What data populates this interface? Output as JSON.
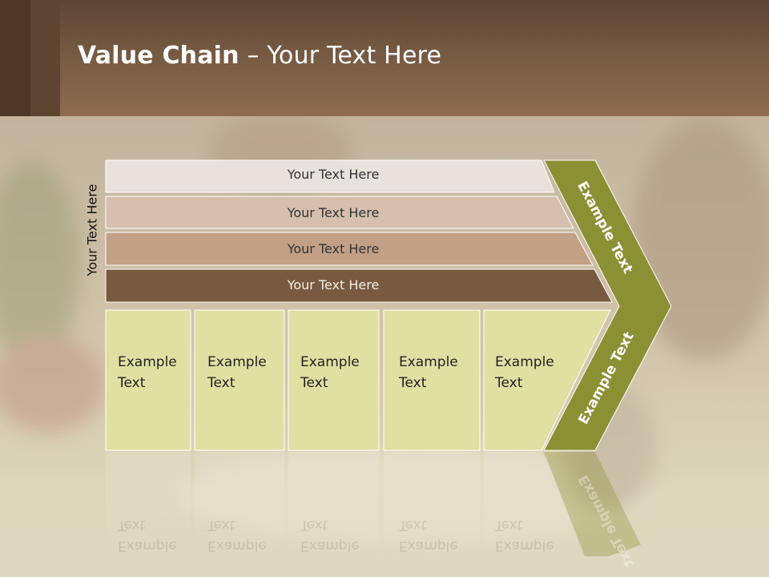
{
  "slide": {
    "title_bold": "Value Chain",
    "title_rest": " – Your Text Here",
    "side_label": "Your Text Here",
    "bars": [
      {
        "label": "Your Text Here"
      },
      {
        "label": "Your Text Here"
      },
      {
        "label": "Your Text Here"
      },
      {
        "label": "Your Text Here"
      }
    ],
    "cells": [
      {
        "line1": "Example",
        "line2": "Text"
      },
      {
        "line1": "Example",
        "line2": "Text"
      },
      {
        "line1": "Example",
        "line2": "Text"
      },
      {
        "line1": "Example",
        "line2": "Text"
      },
      {
        "line1": "Example",
        "line2": "Text"
      }
    ],
    "chevron_top": "Example Text",
    "chevron_bottom": "Example Text"
  },
  "colors": {
    "header": "#7a5d45",
    "bar1": "#e9e1dc",
    "bar2": "#d6bfae",
    "bar3": "#c2a086",
    "bar4": "#785a40",
    "cell": "#e0e0a3",
    "chevron": "#8c9034"
  }
}
